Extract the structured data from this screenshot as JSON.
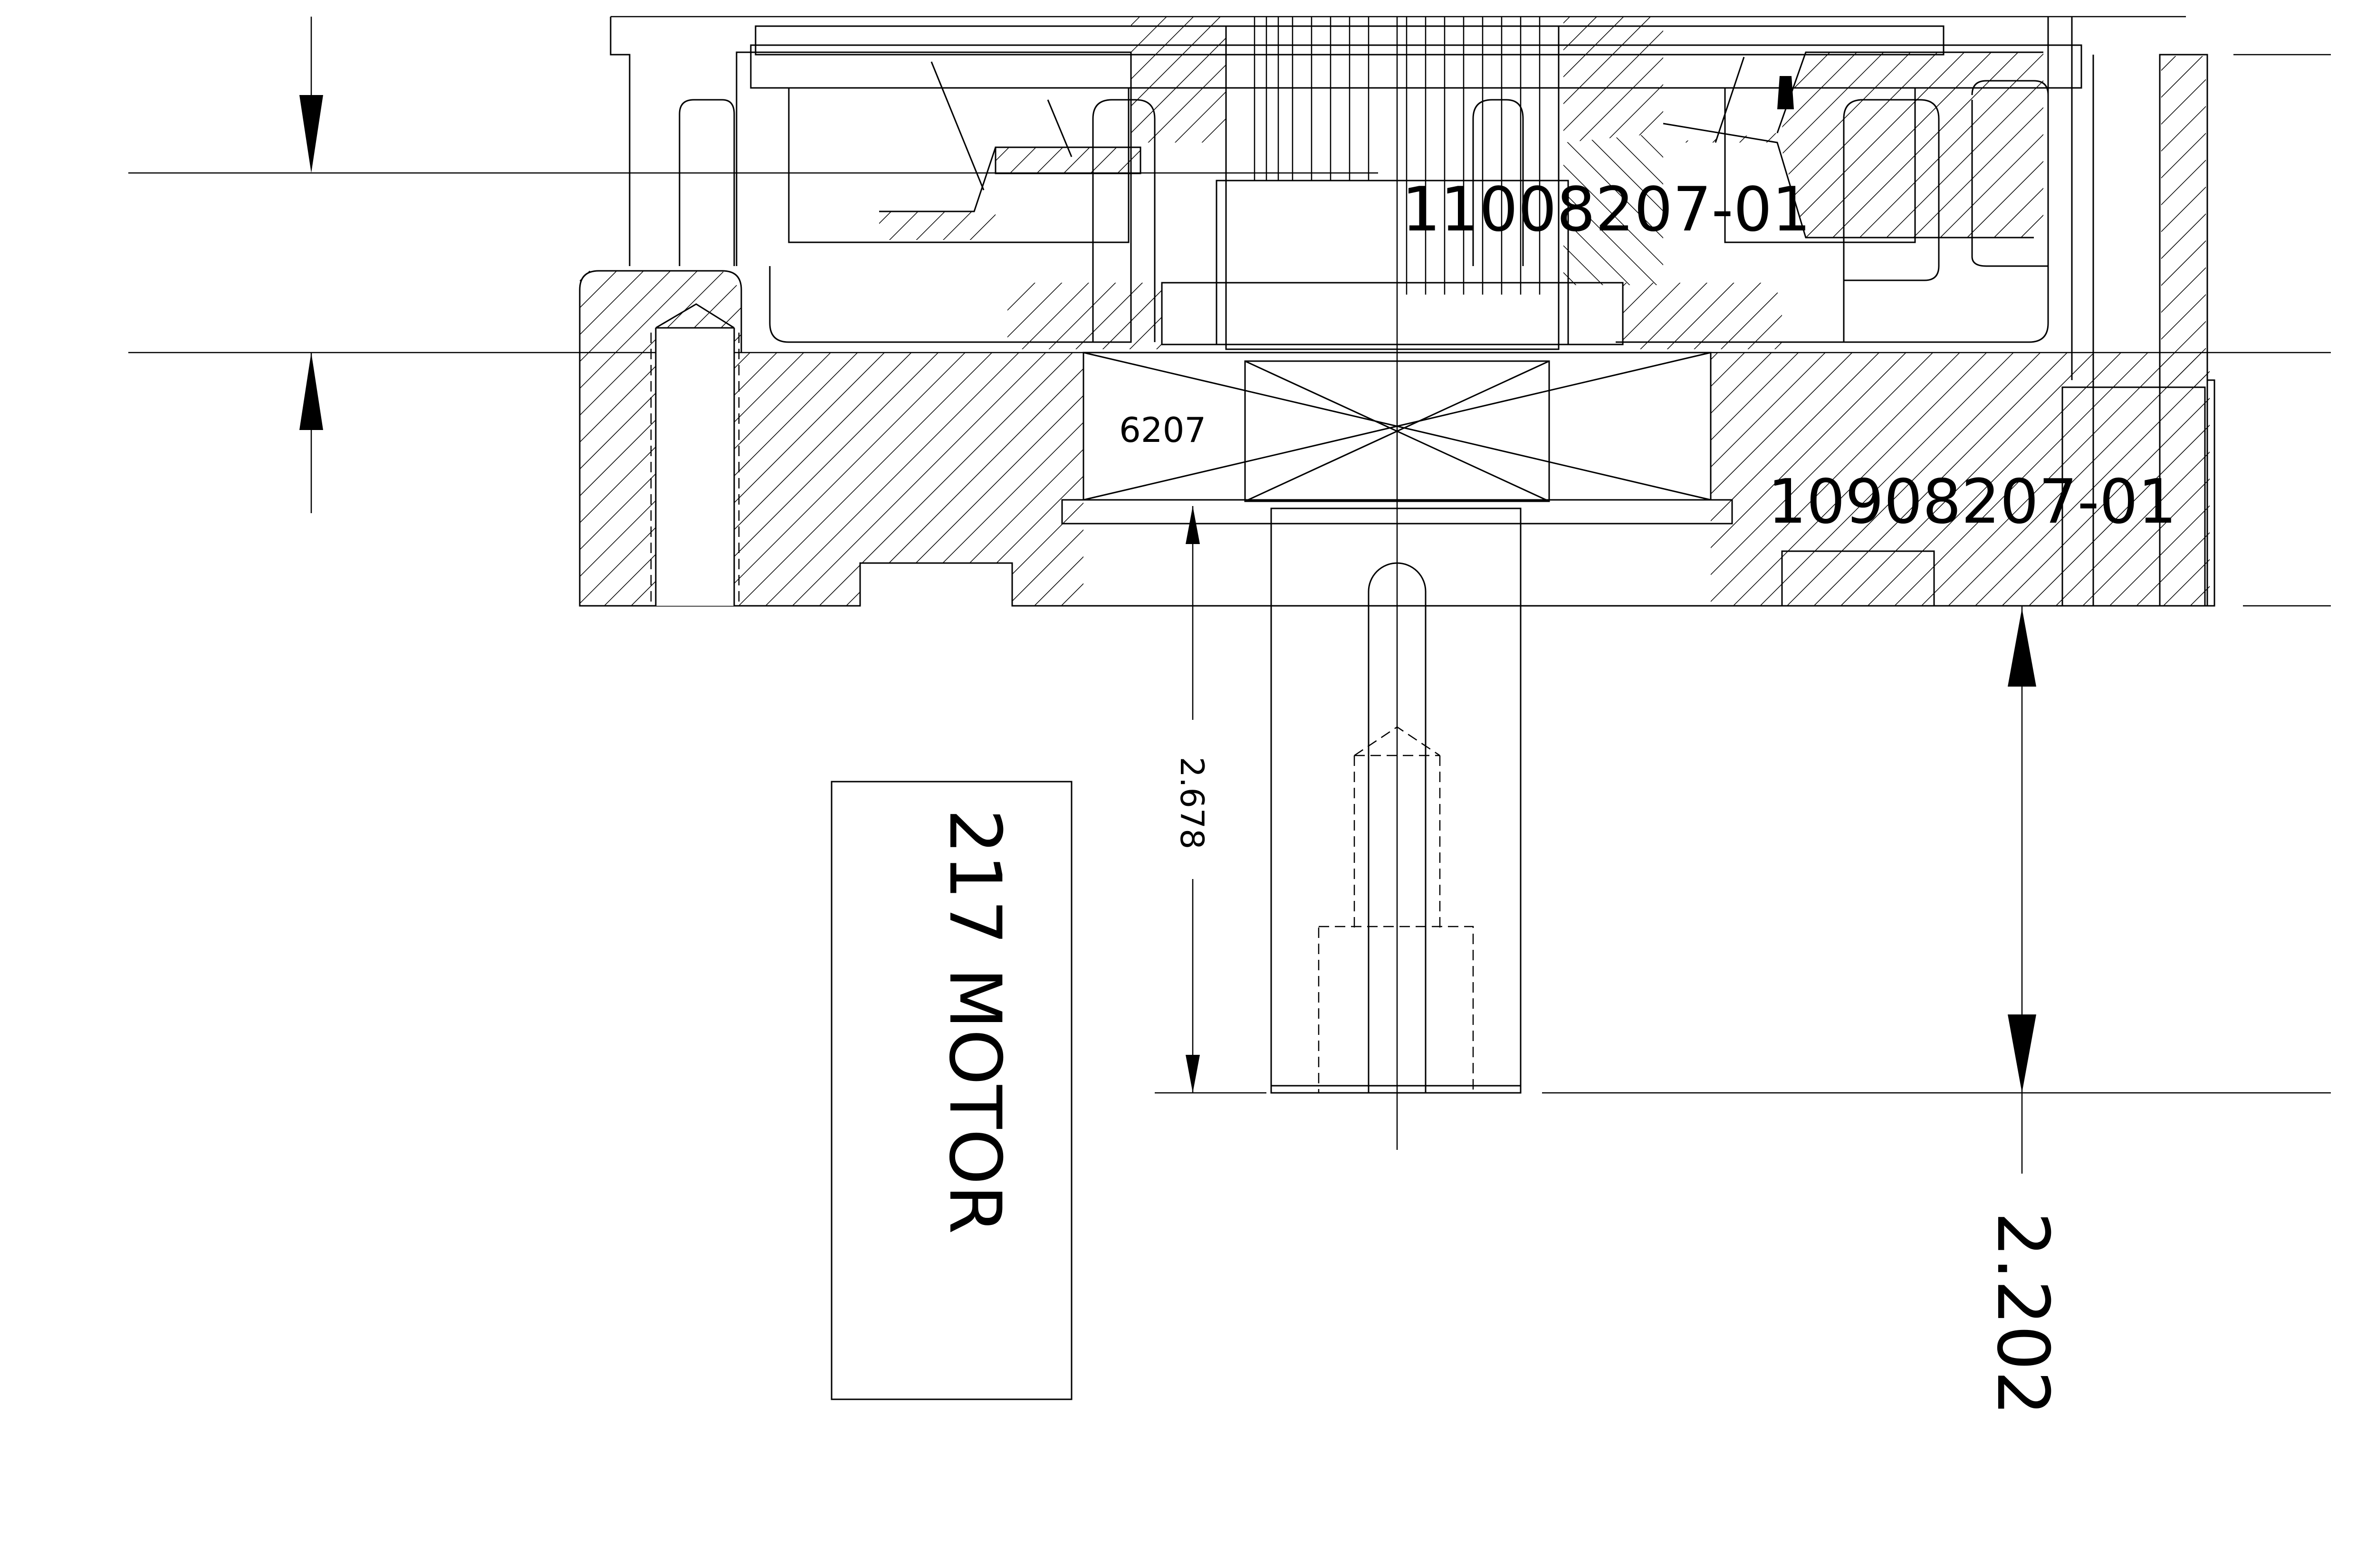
{
  "drawing": {
    "labels": {
      "part_upper": "11008207-01",
      "part_housing": "10908207-01",
      "bearing": "6207",
      "motor": "217 MOTOR"
    },
    "dimensions": {
      "shaft_length": "2.678",
      "shaft_extension": "2.202"
    },
    "colors": {
      "line": "#000000",
      "background": "#ffffff"
    }
  }
}
